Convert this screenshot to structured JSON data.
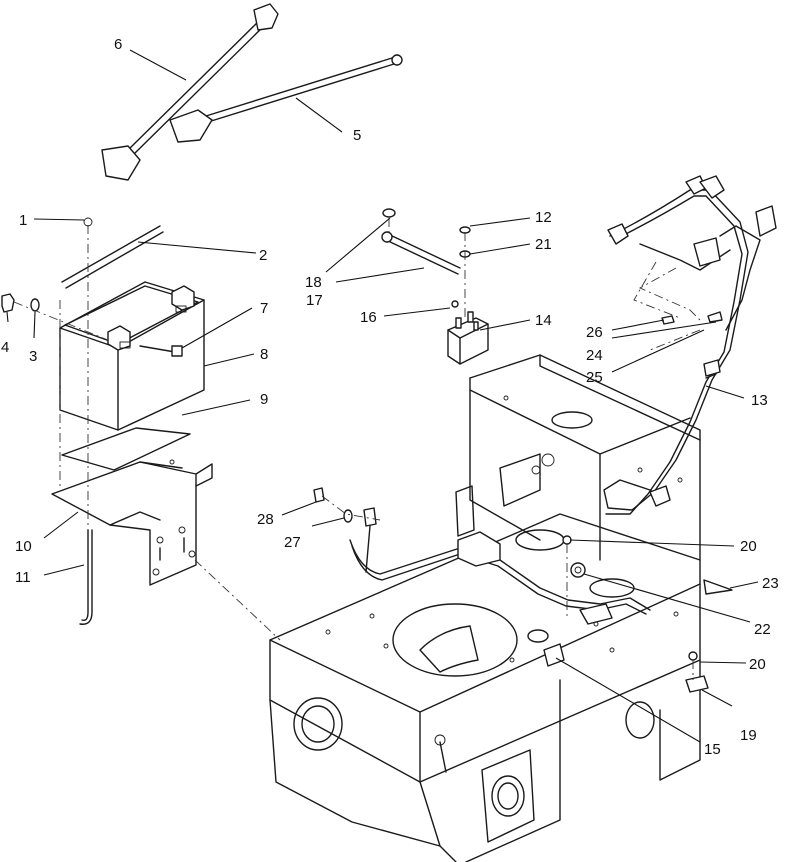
{
  "callouts": [
    {
      "id": "1",
      "label": "1"
    },
    {
      "id": "2",
      "label": "2"
    },
    {
      "id": "3",
      "label": "3"
    },
    {
      "id": "4",
      "label": "4"
    },
    {
      "id": "5",
      "label": "5"
    },
    {
      "id": "6",
      "label": "6"
    },
    {
      "id": "7",
      "label": "7"
    },
    {
      "id": "8",
      "label": "8"
    },
    {
      "id": "9",
      "label": "9"
    },
    {
      "id": "10",
      "label": "10"
    },
    {
      "id": "11",
      "label": "11"
    },
    {
      "id": "12",
      "label": "12"
    },
    {
      "id": "13",
      "label": "13"
    },
    {
      "id": "14",
      "label": "14"
    },
    {
      "id": "15",
      "label": "15"
    },
    {
      "id": "16",
      "label": "16"
    },
    {
      "id": "17",
      "label": "17"
    },
    {
      "id": "18",
      "label": "18"
    },
    {
      "id": "19",
      "label": "19"
    },
    {
      "id": "20a",
      "label": "20"
    },
    {
      "id": "20b",
      "label": "20"
    },
    {
      "id": "21",
      "label": "21"
    },
    {
      "id": "22",
      "label": "22"
    },
    {
      "id": "23",
      "label": "23"
    },
    {
      "id": "24",
      "label": "24"
    },
    {
      "id": "25",
      "label": "25"
    },
    {
      "id": "26",
      "label": "26"
    },
    {
      "id": "27",
      "label": "27"
    },
    {
      "id": "28",
      "label": "28"
    }
  ]
}
